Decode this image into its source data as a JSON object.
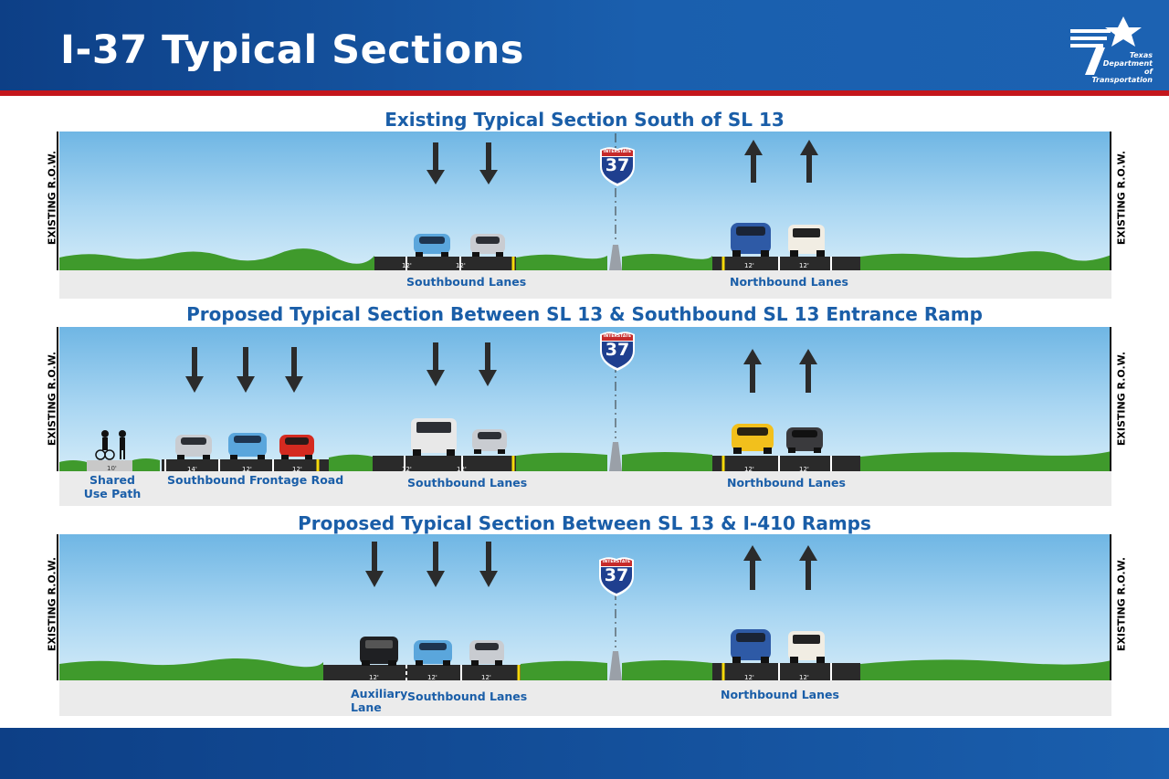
{
  "header": {
    "title": "I-37 Typical Sections",
    "logo_lines": [
      "Texas",
      "Department",
      "of Transportation"
    ]
  },
  "row_label": "EXISTING R.O.W.",
  "shield": {
    "top_text": "INTERSTATE",
    "number": "37"
  },
  "colors": {
    "title_blue": "#1a5ea8",
    "header_blue": "#1a5fae",
    "header_red": "#c4161c",
    "pavement": "#2a2a2a",
    "lane_yellow": "#f5d90a",
    "grass": "#3f9a2c"
  },
  "sections": [
    {
      "title": "Existing Typical Section South of SL 13",
      "lanes": {
        "southbound": {
          "label": "Southbound Lanes",
          "widths": [
            "12'",
            "12'"
          ]
        },
        "northbound": {
          "label": "Northbound Lanes",
          "widths": [
            "12'",
            "12'"
          ]
        }
      }
    },
    {
      "title": "Proposed Typical Section Between SL 13 & Southbound SL 13 Entrance Ramp",
      "lanes": {
        "shared_use": {
          "label_lines": [
            "Shared",
            "Use Path"
          ],
          "width": "10'"
        },
        "frontage": {
          "label": "Southbound Frontage Road",
          "widths": [
            "14'",
            "12'",
            "12'"
          ]
        },
        "southbound": {
          "label": "Southbound Lanes",
          "widths": [
            "12'",
            "12'"
          ]
        },
        "northbound": {
          "label": "Northbound Lanes",
          "widths": [
            "12'",
            "12'"
          ]
        }
      }
    },
    {
      "title": "Proposed Typical Section Between SL 13 & I-410 Ramps",
      "lanes": {
        "auxiliary": {
          "label_lines": [
            "Auxiliary",
            "Lane"
          ],
          "width": "12'"
        },
        "southbound": {
          "label": "Southbound Lanes",
          "widths": [
            "12'",
            "12'"
          ]
        },
        "northbound": {
          "label": "Northbound Lanes",
          "widths": [
            "12'",
            "12'"
          ]
        }
      }
    }
  ]
}
